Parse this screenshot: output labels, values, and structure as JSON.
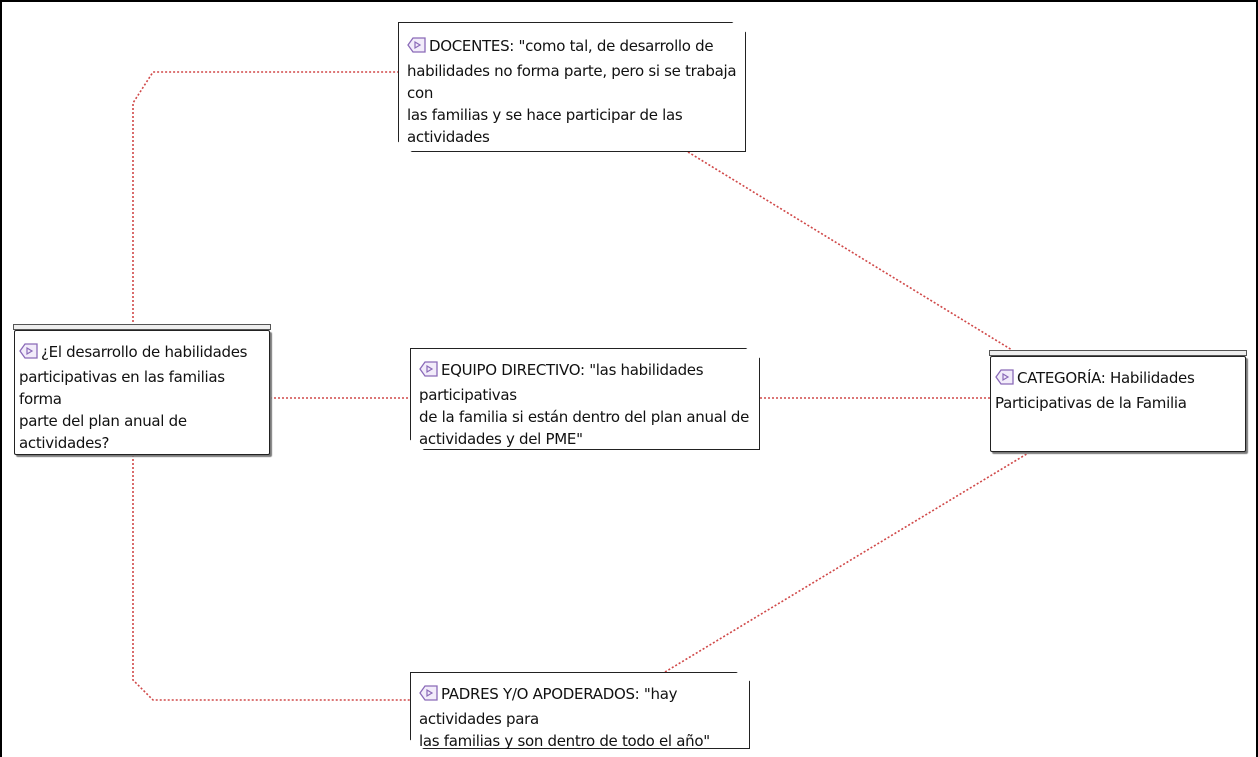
{
  "nodes": {
    "question": {
      "text": "¿El desarrollo de habilidades\nparticipativas en las familias forma\nparte del plan anual de actividades?",
      "icon": "quote-bubble-icon"
    },
    "docentes": {
      "text": "DOCENTES: \"como tal, de desarrollo de\nhabilidades no forma parte, pero si se trabaja con\nlas familias y se hace participar de las actividades\nde las escuelas\"",
      "icon": "quote-bubble-icon"
    },
    "equipo": {
      "text": "EQUIPO DIRECTIVO: \"las habilidades participativas\nde la familia si están dentro del plan anual de\nactividades y del PME\"",
      "icon": "quote-bubble-icon"
    },
    "padres": {
      "text": "PADRES Y/O APODERADOS: \"hay actividades para\nlas familias y son dentro de todo el año\"",
      "icon": "quote-bubble-icon"
    },
    "categoria": {
      "text": "CATEGORÍA: Habilidades\nParticipativas de la Familia",
      "icon": "quote-bubble-icon"
    }
  },
  "colors": {
    "link": "#d04848",
    "icon": "#8a6ab8",
    "border": "#222222"
  }
}
